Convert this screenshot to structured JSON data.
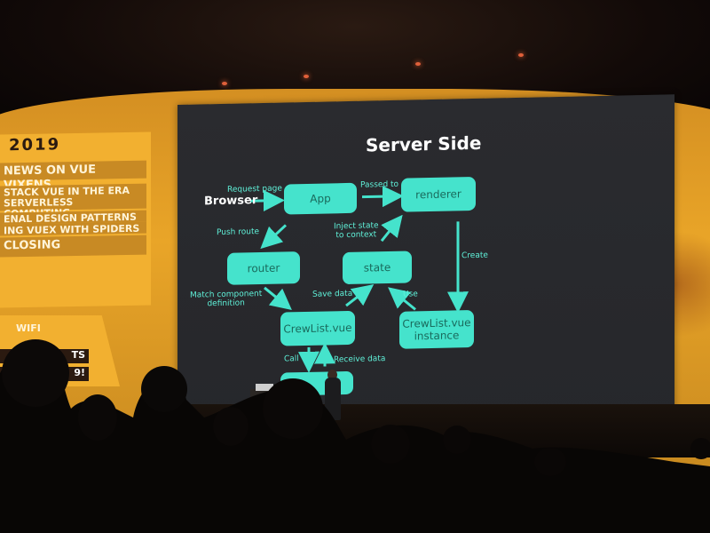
{
  "colors": {
    "slide_bg": "#28292d",
    "accent_teal": "#45e3cc",
    "teal_label": "#5ff0d8",
    "orange": "#e9a528",
    "dark_orange": "#c88a24"
  },
  "schedule": {
    "year": "2019",
    "items": [
      "NEWS ON VUE VIXENS",
      "STACK VUE IN THE ERA SERVERLESS COMPUTING",
      "ENAL DESIGN PATTERNS",
      "ING VUEX WITH SPIDERS",
      "CLOSING"
    ]
  },
  "wifi": {
    "label": "WIFI",
    "line1": "TS",
    "line2": "9!"
  },
  "slide": {
    "title": "Server Side",
    "browser": "Browser",
    "nodes": {
      "app": "App",
      "renderer": "renderer",
      "router": "router",
      "state": "state",
      "crewlist": "CrewList.vue",
      "instance_line1": "CrewList.vue",
      "instance_line2": "instance",
      "bottom": ""
    },
    "labels": {
      "request_page": "Request page",
      "passed_to": "Passed to",
      "push_route": "Push route",
      "inject_line1": "Inject state",
      "inject_line2": "to context",
      "create": "Create",
      "match_line1": "Match component",
      "match_line2": "definition",
      "save_data": "Save data",
      "use": "Use",
      "call": "Call",
      "receive_data": "Receive data"
    }
  }
}
